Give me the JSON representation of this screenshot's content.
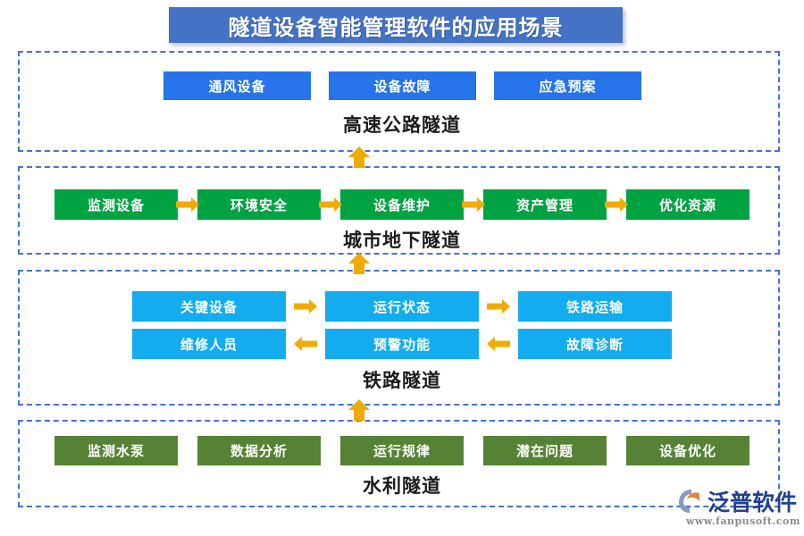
{
  "header": {
    "title": "隧道设备智能管理软件的应用场景",
    "title_bg": "#4472C4",
    "title_color": "#ffffff"
  },
  "colors": {
    "panel_border": "#4472D8",
    "arrow": "#F0AB00",
    "blue": "#2673EC",
    "green": "#00A341",
    "cyan": "#13ACEE",
    "olive": "#558234"
  },
  "scenes": [
    {
      "label": "高速公路隧道",
      "style": "blue",
      "rows": [
        {
          "nodes": [
            "通风设备",
            "设备故障",
            "应急预案"
          ],
          "connector": "none"
        }
      ]
    },
    {
      "label": "城市地下隧道",
      "style": "green",
      "rows": [
        {
          "nodes": [
            "监测设备",
            "环境安全",
            "设备维护",
            "资产管理",
            "优化资源"
          ],
          "connector": "right"
        }
      ]
    },
    {
      "label": "铁路隧道",
      "style": "cyan",
      "rows": [
        {
          "nodes": [
            "关键设备",
            "运行状态",
            "铁路运输"
          ],
          "connector": "right"
        },
        {
          "nodes": [
            "维修人员",
            "预警功能",
            "故障诊断"
          ],
          "connector": "left"
        }
      ]
    },
    {
      "label": "水利隧道",
      "style": "olive",
      "rows": [
        {
          "nodes": [
            "监测水泵",
            "数据分析",
            "运行规律",
            "潜在问题",
            "设备优化"
          ],
          "connector": "none"
        }
      ]
    }
  ],
  "connectors": [
    {
      "from": "高速公路隧道",
      "to": "城市地下隧道",
      "direction": "up"
    },
    {
      "from": "城市地下隧道",
      "to": "铁路隧道",
      "direction": "up"
    },
    {
      "from": "铁路隧道",
      "to": "水利隧道",
      "direction": "up"
    }
  ],
  "logo": {
    "name": "泛普软件",
    "url": "www.fanpusoft.com"
  }
}
